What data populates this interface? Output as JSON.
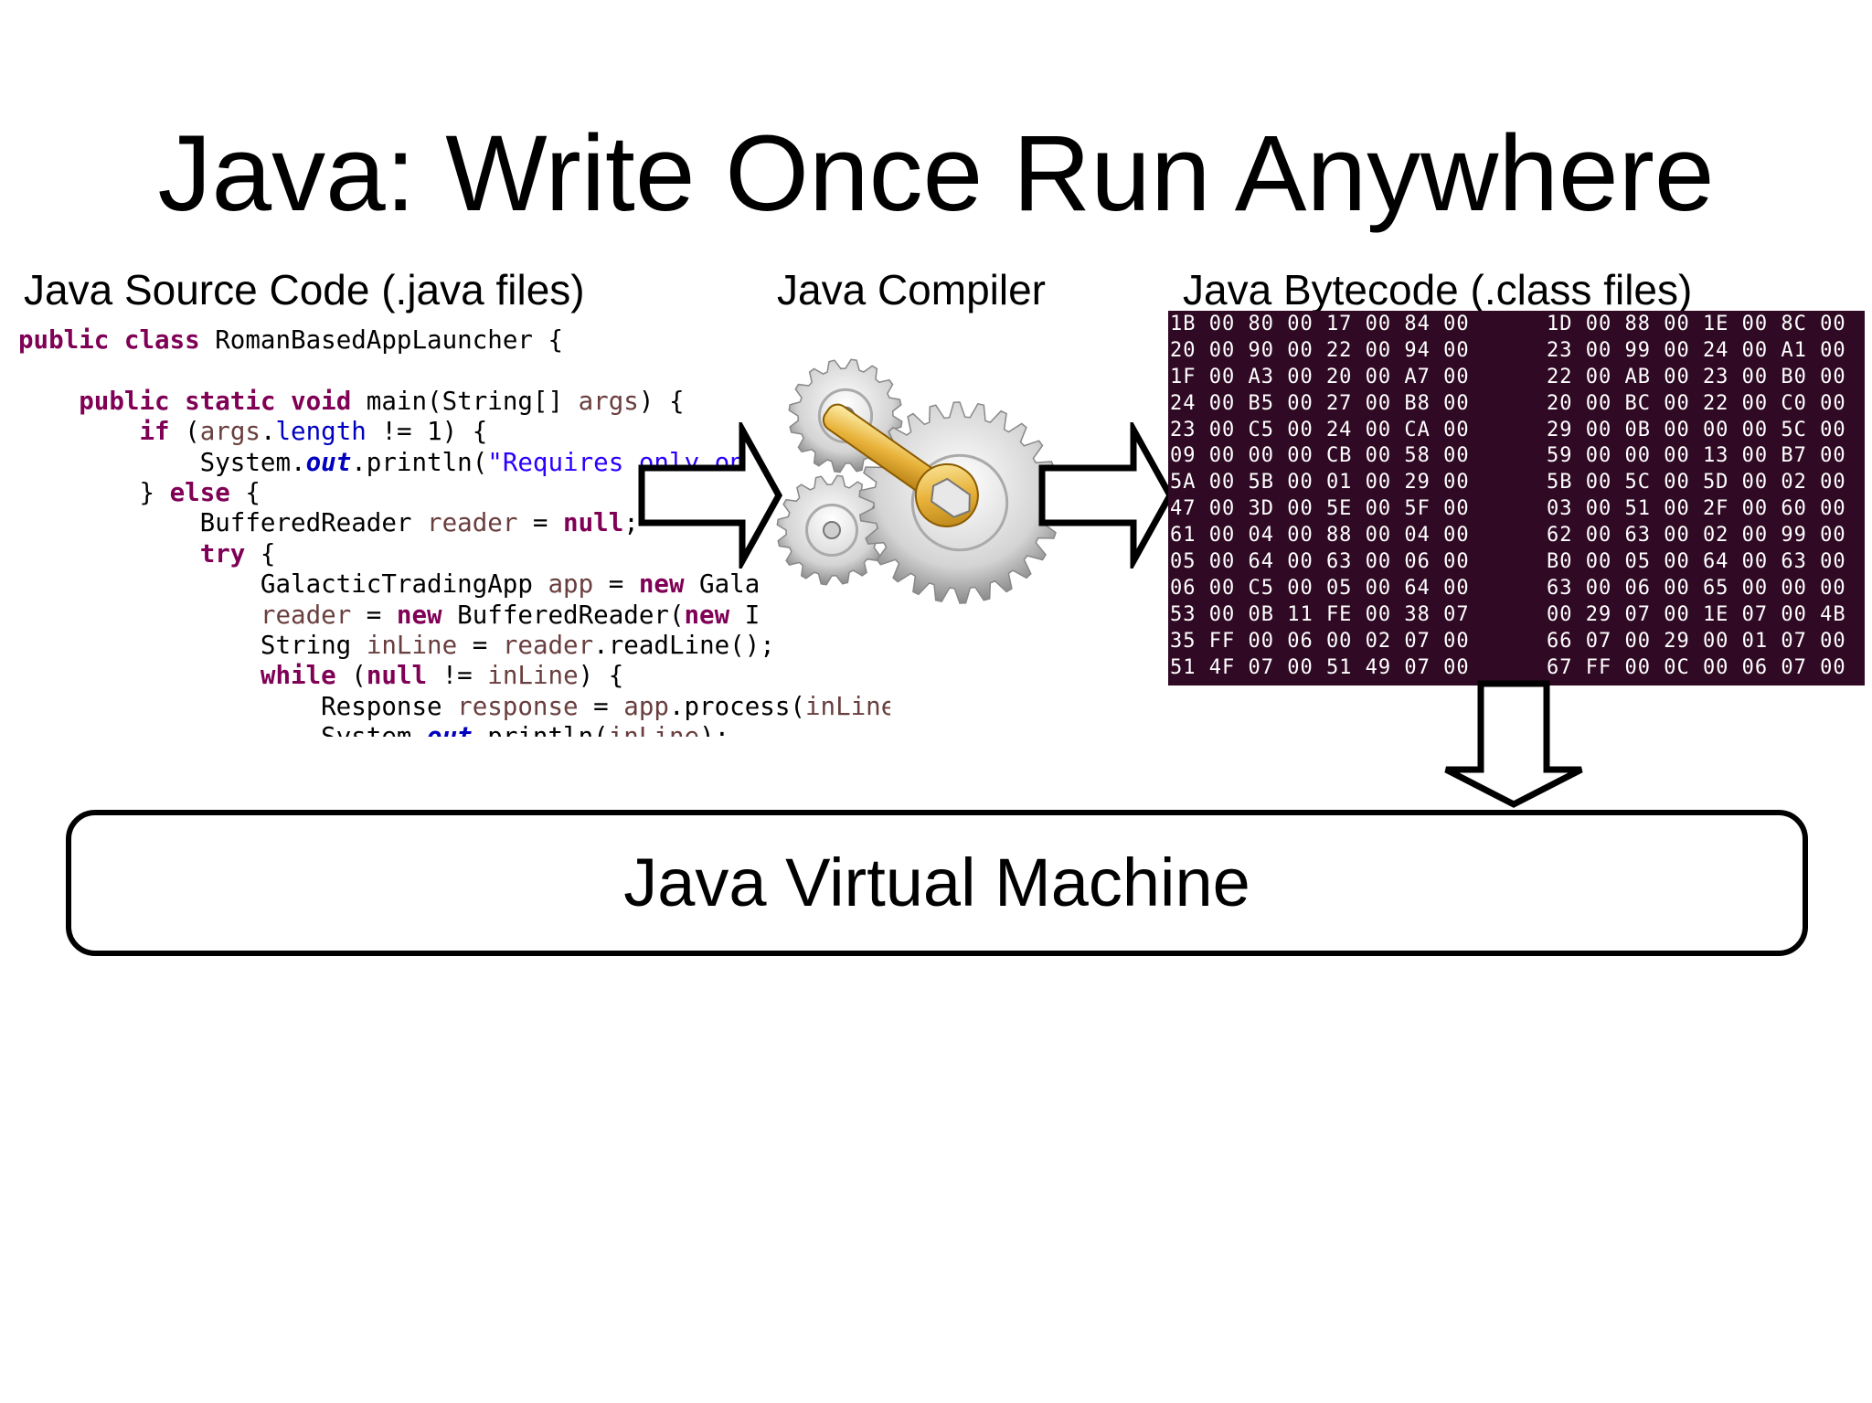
{
  "title": "Java: Write Once Run Anywhere",
  "labels": {
    "source": "Java Source Code (.java files)",
    "compiler": "Java Compiler",
    "bytecode": "Java Bytecode (.class files)",
    "jvm": "Java Virtual Machine"
  },
  "source_code": [
    [
      {
        "t": "public class",
        "c": "kw"
      },
      {
        "t": " RomanBasedAppLauncher {"
      }
    ],
    [
      {
        "t": ""
      }
    ],
    [
      {
        "t": "    "
      },
      {
        "t": "public static void",
        "c": "kw"
      },
      {
        "t": " main(String[] "
      },
      {
        "t": "args",
        "c": "vr"
      },
      {
        "t": ") {"
      }
    ],
    [
      {
        "t": "        "
      },
      {
        "t": "if",
        "c": "kw"
      },
      {
        "t": " ("
      },
      {
        "t": "args",
        "c": "vr"
      },
      {
        "t": "."
      },
      {
        "t": "length",
        "c": "fd"
      },
      {
        "t": " != 1) {"
      }
    ],
    [
      {
        "t": "            System."
      },
      {
        "t": "out",
        "c": "it"
      },
      {
        "t": ".println("
      },
      {
        "t": "\"Requires only one",
        "c": "st"
      }
    ],
    [
      {
        "t": "        } "
      },
      {
        "t": "else",
        "c": "kw"
      },
      {
        "t": " {"
      }
    ],
    [
      {
        "t": "            BufferedReader "
      },
      {
        "t": "reader",
        "c": "vr"
      },
      {
        "t": " = "
      },
      {
        "t": "null",
        "c": "kw"
      },
      {
        "t": ";"
      }
    ],
    [
      {
        "t": "            "
      },
      {
        "t": "try",
        "c": "kw"
      },
      {
        "t": " {"
      }
    ],
    [
      {
        "t": "                GalacticTradingApp "
      },
      {
        "t": "app",
        "c": "vr"
      },
      {
        "t": " = "
      },
      {
        "t": "new",
        "c": "kw"
      },
      {
        "t": " Gala"
      }
    ],
    [
      {
        "t": "                "
      },
      {
        "t": "reader",
        "c": "vr"
      },
      {
        "t": " = "
      },
      {
        "t": "new",
        "c": "kw"
      },
      {
        "t": " BufferedReader("
      },
      {
        "t": "new",
        "c": "kw"
      },
      {
        "t": " I"
      }
    ],
    [
      {
        "t": "                String "
      },
      {
        "t": "inLine",
        "c": "vr"
      },
      {
        "t": " = "
      },
      {
        "t": "reader",
        "c": "vr"
      },
      {
        "t": ".readLine();"
      }
    ],
    [
      {
        "t": "                "
      },
      {
        "t": "while",
        "c": "kw"
      },
      {
        "t": " ("
      },
      {
        "t": "null",
        "c": "kw"
      },
      {
        "t": " != "
      },
      {
        "t": "inLine",
        "c": "vr"
      },
      {
        "t": ") {"
      }
    ],
    [
      {
        "t": "                    Response "
      },
      {
        "t": "response",
        "c": "vr"
      },
      {
        "t": " = "
      },
      {
        "t": "app",
        "c": "vr"
      },
      {
        "t": ".process("
      },
      {
        "t": "inLine",
        "c": "vr"
      },
      {
        "t": ");"
      }
    ],
    [
      {
        "t": "                    System."
      },
      {
        "t": "out",
        "c": "it"
      },
      {
        "t": ".println("
      },
      {
        "t": "inLine",
        "c": "vr"
      },
      {
        "t": ");"
      }
    ]
  ],
  "bytecode_rows": [
    [
      "1B 00 80 00 17 00 84 00",
      "1D 00 88 00 1E 00 8C 00"
    ],
    [
      "20 00 90 00 22 00 94 00",
      "23 00 99 00 24 00 A1 00"
    ],
    [
      "1F 00 A3 00 20 00 A7 00",
      "22 00 AB 00 23 00 B0 00"
    ],
    [
      "24 00 B5 00 27 00 B8 00",
      "20 00 BC 00 22 00 C0 00"
    ],
    [
      "23 00 C5 00 24 00 CA 00",
      "29 00 0B 00 00 00 5C 00"
    ],
    [
      "09 00 00 00 CB 00 58 00",
      "59 00 00 00 13 00 B7 00"
    ],
    [
      "5A 00 5B 00 01 00 29 00",
      "5B 00 5C 00 5D 00 02 00"
    ],
    [
      "47 00 3D 00 5E 00 5F 00",
      "03 00 51 00 2F 00 60 00"
    ],
    [
      "61 00 04 00 88 00 04 00",
      "62 00 63 00 02 00 99 00"
    ],
    [
      "05 00 64 00 63 00 06 00",
      "B0 00 05 00 64 00 63 00"
    ],
    [
      "06 00 C5 00 05 00 64 00",
      "63 00 06 00 65 00 00 00"
    ],
    [
      "53 00 0B 11 FE 00 38 07",
      "00 29 07 00 1E 07 00 4B"
    ],
    [
      "35 FF 00 06 00 02 07 00",
      "66 07 00 29 00 01 07 00"
    ],
    [
      "51 4F 07 00 51 49 07 00",
      "67 FF 00 0C 00 06 07 00"
    ]
  ],
  "colors": {
    "bytecode_bg": "#300a24",
    "keyword": "#7f0055",
    "string": "#2a00ff"
  }
}
